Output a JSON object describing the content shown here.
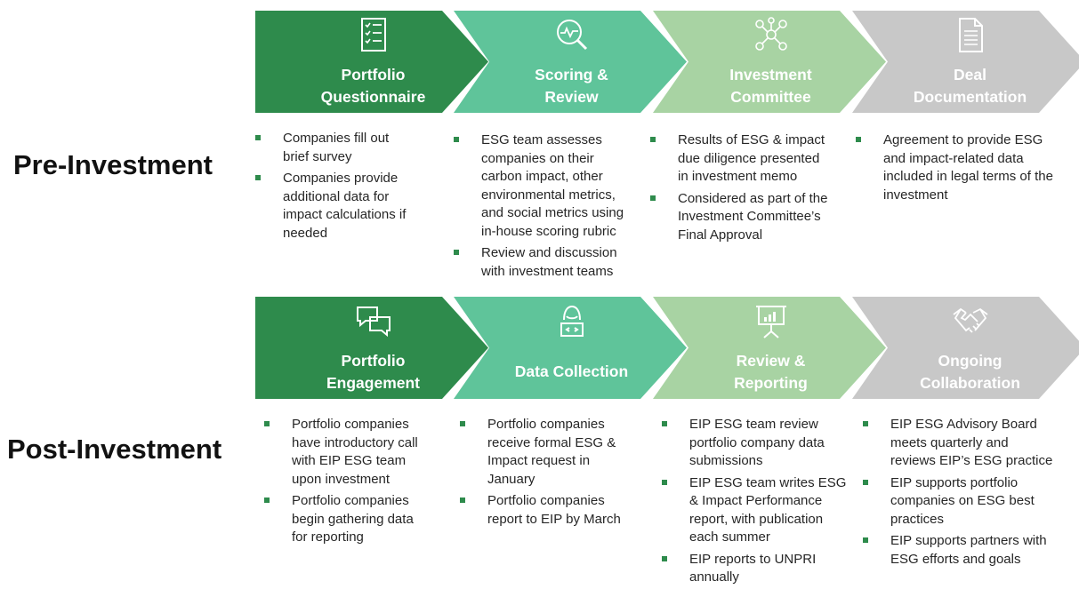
{
  "colors": {
    "dark_green": "#2e8b4c",
    "teal_green": "#5fc49a",
    "light_green": "#a8d3a3",
    "gray": "#c8c8c8",
    "bullet": "#2e8b4c"
  },
  "pre": {
    "label": "Pre-Investment",
    "steps": [
      {
        "icon": "checklist-icon",
        "title": [
          "Portfolio",
          "Questionnaire"
        ],
        "bullets": [
          [
            "Companies fill out",
            "brief survey"
          ],
          [
            "Companies provide",
            "additional data for",
            "impact calculations if",
            "needed"
          ]
        ]
      },
      {
        "icon": "analysis-magnifier-icon",
        "title": [
          "Scoring &",
          "Review"
        ],
        "bullets": [
          [
            "ESG team assesses",
            "companies on their",
            "carbon impact, other",
            "environmental metrics,",
            "and social metrics using",
            "in-house scoring rubric"
          ],
          [
            "Review and discussion",
            "with investment teams"
          ]
        ]
      },
      {
        "icon": "network-people-icon",
        "title": [
          "Investment",
          "Committee"
        ],
        "bullets": [
          [
            "Results of ESG & impact",
            "due diligence presented",
            "in investment memo"
          ],
          [
            "Considered as part of the",
            "Investment Committee’s",
            "Final Approval"
          ]
        ]
      },
      {
        "icon": "document-icon",
        "title": [
          "Deal",
          "Documentation"
        ],
        "bullets": [
          [
            "Agreement to provide ESG",
            "and impact-related data",
            "included in legal terms of the",
            "investment"
          ]
        ]
      }
    ]
  },
  "post": {
    "label": "Post-Investment",
    "steps": [
      {
        "icon": "chat-bubbles-icon",
        "title": [
          "Portfolio",
          "Engagement"
        ],
        "bullets": [
          [
            "Portfolio companies",
            "have introductory call",
            "with EIP ESG team",
            "upon investment"
          ],
          [
            "Portfolio companies",
            "begin gathering data",
            "for reporting"
          ]
        ]
      },
      {
        "icon": "person-laptop-icon",
        "title": [
          "Data Collection"
        ],
        "bullets": [
          [
            "Portfolio companies",
            "receive formal ESG &",
            "Impact request in",
            "January"
          ],
          [
            "Portfolio companies",
            "report to EIP by March"
          ]
        ]
      },
      {
        "icon": "presentation-chart-icon",
        "title": [
          "Review &",
          "Reporting"
        ],
        "bullets": [
          [
            "EIP ESG team review",
            "portfolio company data",
            "submissions"
          ],
          [
            "EIP ESG team writes ESG",
            "& Impact Performance",
            "report, with publication",
            "each summer"
          ],
          [
            "EIP reports to UNPRI",
            "annually"
          ]
        ]
      },
      {
        "icon": "handshake-icon",
        "title": [
          "Ongoing",
          "Collaboration"
        ],
        "bullets": [
          [
            "EIP ESG Advisory Board",
            "meets quarterly and",
            "reviews EIP’s ESG practice"
          ],
          [
            "EIP supports portfolio",
            "companies on ESG best",
            "practices"
          ],
          [
            "EIP supports partners with",
            "ESG efforts and goals"
          ]
        ]
      }
    ]
  }
}
